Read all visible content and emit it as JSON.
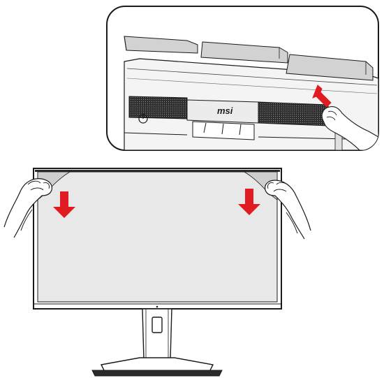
{
  "illustration": {
    "brand_logo_text": "msi",
    "colors": {
      "arrow": "#e11b22",
      "screen": "#e8e8e8",
      "film": "#d4d4d4",
      "bezel": "#2b2b2b",
      "outline": "#1a1a1a",
      "speaker_grille": "#3a3a3a"
    },
    "steps": [
      {
        "step": "remove-rear-protective-film",
        "arrows": 1
      },
      {
        "step": "peel-front-screen-film",
        "arrows": 2
      }
    ]
  }
}
